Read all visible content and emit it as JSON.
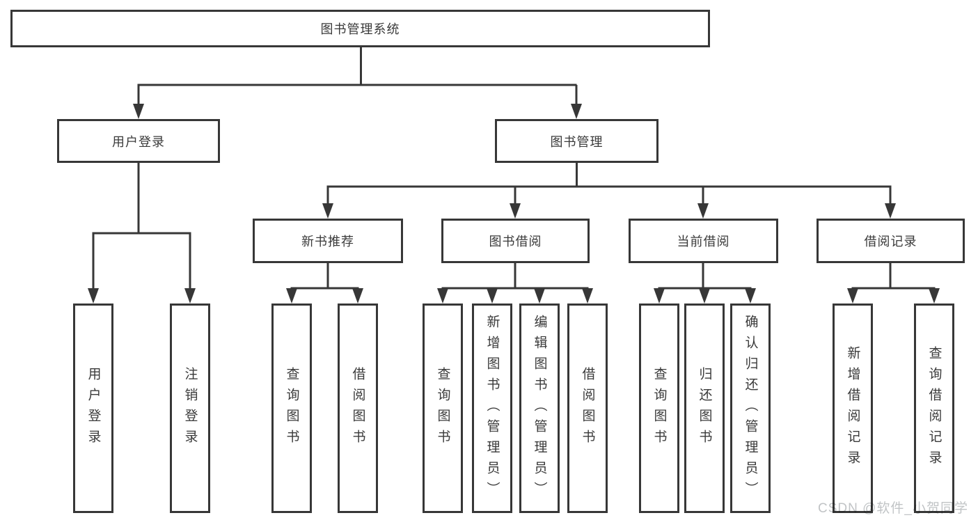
{
  "diagram": {
    "tree": {
      "label": "图书管理系统",
      "children": [
        {
          "label": "用户登录",
          "children": [
            {
              "label": "用户登录"
            },
            {
              "label": "注销登录"
            }
          ]
        },
        {
          "label": "图书管理",
          "children": [
            {
              "label": "新书推荐",
              "children": [
                {
                  "label": "查询图书"
                },
                {
                  "label": "借阅图书"
                }
              ]
            },
            {
              "label": "图书借阅",
              "children": [
                {
                  "label": "查询图书"
                },
                {
                  "label": "新增图书（管理员）"
                },
                {
                  "label": "编辑图书（管理员）"
                },
                {
                  "label": "借阅图书"
                }
              ]
            },
            {
              "label": "当前借阅",
              "children": [
                {
                  "label": "查询图书"
                },
                {
                  "label": "归还图书"
                },
                {
                  "label": "确认归还（管理员）"
                }
              ]
            },
            {
              "label": "借阅记录",
              "children": [
                {
                  "label": "新增借阅记录"
                },
                {
                  "label": "查询借阅记录"
                }
              ]
            }
          ]
        }
      ]
    },
    "colors": {
      "line": "#373737",
      "text": "#3a3a3a",
      "background": "#ffffff",
      "watermark": "#c1c4c6"
    },
    "watermark": "CSDN @软件_小贺同学"
  }
}
